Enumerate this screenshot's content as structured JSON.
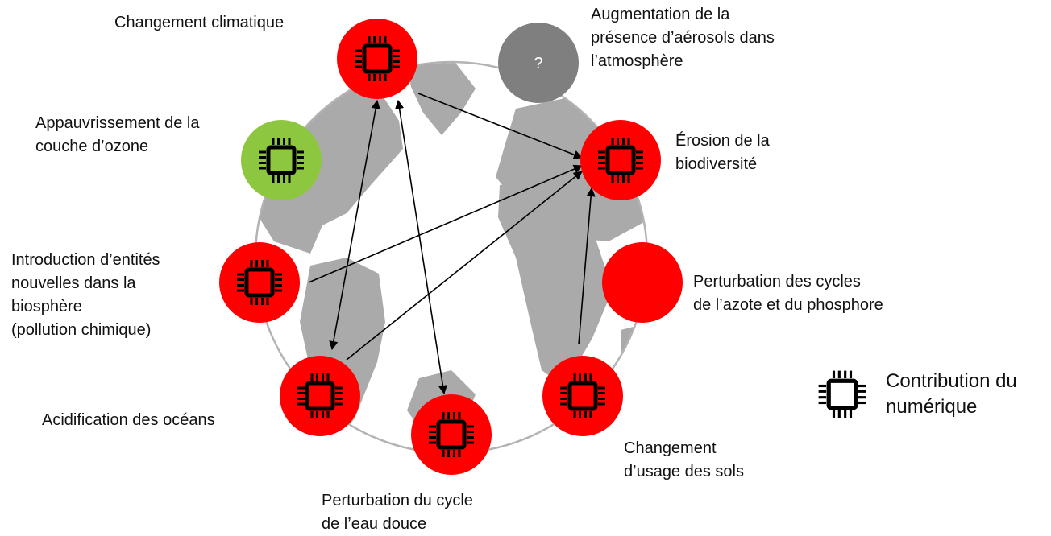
{
  "boundaries": [
    {
      "id": "climate",
      "label_lines": [
        "Changement climatique"
      ],
      "status": "red",
      "digital_contribution": true
    },
    {
      "id": "aerosols",
      "label_lines": [
        "Augmentation de la",
        "présence d’aérosols dans",
        "l’atmosphère"
      ],
      "status": "grey",
      "digital_contribution": false,
      "marker_text": "?"
    },
    {
      "id": "ozone",
      "label_lines": [
        "Appauvrissement de la",
        "couche d’ozone"
      ],
      "status": "green",
      "digital_contribution": true
    },
    {
      "id": "biodiversity",
      "label_lines": [
        "Érosion de la",
        "biodiversité"
      ],
      "status": "red",
      "digital_contribution": true
    },
    {
      "id": "novel",
      "label_lines": [
        "Introduction d’entités",
        "nouvelles dans la",
        "biosphère",
        "(pollution chimique)"
      ],
      "status": "red",
      "digital_contribution": true
    },
    {
      "id": "nitrogen",
      "label_lines": [
        "Perturbation des cycles",
        "de l’azote et du phosphore"
      ],
      "status": "red",
      "digital_contribution": false
    },
    {
      "id": "ocean",
      "label_lines": [
        "Acidification des océans"
      ],
      "status": "red",
      "digital_contribution": true
    },
    {
      "id": "freshwater",
      "label_lines": [
        "Perturbation du cycle",
        "de l’eau douce"
      ],
      "status": "red",
      "digital_contribution": true
    },
    {
      "id": "land",
      "label_lines": [
        "Changement",
        "d’usage des sols"
      ],
      "status": "red",
      "digital_contribution": true
    }
  ],
  "links": [
    {
      "from": "climate",
      "to": "biodiversity"
    },
    {
      "from": "novel",
      "to": "biodiversity"
    },
    {
      "from": "ocean",
      "to": "biodiversity"
    },
    {
      "from": "land",
      "to": "biodiversity"
    },
    {
      "from": "climate",
      "to": "ocean",
      "bidirectional": true
    },
    {
      "from": "climate",
      "to": "freshwater",
      "bidirectional": true
    }
  ],
  "legend": {
    "label_lines": [
      "Contribution du",
      "numérique"
    ]
  },
  "colors": {
    "red": "#ff0000",
    "green": "#8dc63f",
    "grey": "#7f7f7f",
    "land": "#aaaaaa",
    "outline": "#b3b3b3",
    "chip": "#000000"
  }
}
